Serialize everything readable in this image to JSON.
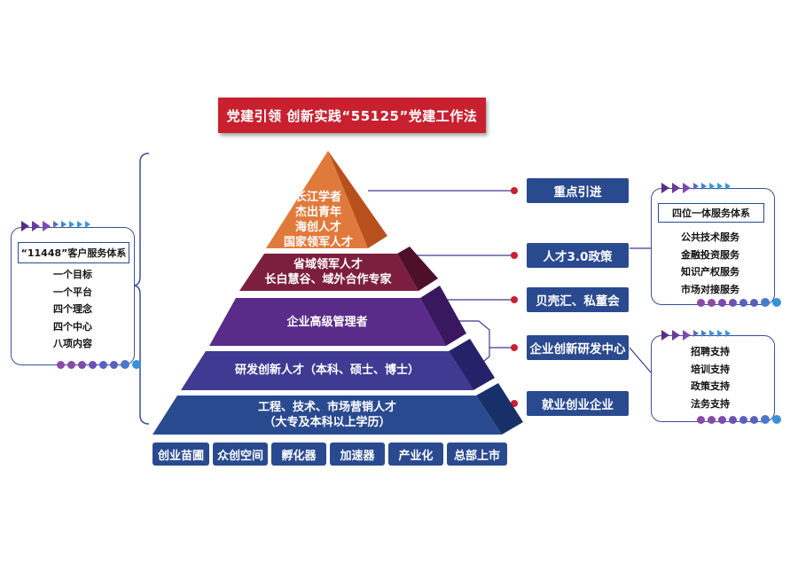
{
  "title": "党建引领 创新实践“55125”党建工作法",
  "pyramid": {
    "levels": [
      {
        "lines": [
          "长江学者",
          "杰出青年",
          "海创人才",
          "国家领军人才"
        ],
        "color": "#e07a3c"
      },
      {
        "lines": [
          "省域领军人才",
          "长白慧谷、域外合作专家"
        ],
        "color": "#7c1f3f"
      },
      {
        "lines": [
          "企业高级管理者"
        ],
        "color": "#5a2c8a"
      },
      {
        "lines": [
          "研发创新人才（本科、硕士、博士）"
        ],
        "color": "#3f3a92"
      },
      {
        "lines": [
          "工程、技术、市场营销人才",
          "（大专及本科以上学历）"
        ],
        "color": "#2a4a90"
      }
    ]
  },
  "stages": [
    "创业苗圃",
    "众创空间",
    "孵化器",
    "加速器",
    "产业化",
    "总部上市"
  ],
  "right_buttons": [
    "重点引进",
    "人才3.0政策",
    "贝壳汇、私董会",
    "企业创新研发中心",
    "就业创业企业"
  ],
  "left_panel": {
    "title": "“11448”客户服务体系",
    "items": [
      "一个目标",
      "一个平台",
      "四个理念",
      "四个中心",
      "八项内容"
    ]
  },
  "right_panel_top": {
    "title": "四位一体服务体系",
    "items": [
      "公共技术服务",
      "金融投资服务",
      "知识产权服务",
      "市场对接服务"
    ]
  },
  "right_panel_bottom": {
    "items": [
      "招聘支持",
      "培训支持",
      "政策支持",
      "法务支持"
    ]
  },
  "colors": {
    "button_blue": "#2a4a90",
    "title_red": "#c8202f",
    "arrow_gradient": [
      "#5a2c8a",
      "#6a3aa0",
      "#7a4cb0",
      "#5a6ac0",
      "#4a80cc",
      "#3a98d8"
    ],
    "dot_gradient": [
      "#8a4aa8",
      "#7a4ab0",
      "#6a52b8",
      "#5a60c0",
      "#4a78cc",
      "#3a90d8"
    ]
  }
}
